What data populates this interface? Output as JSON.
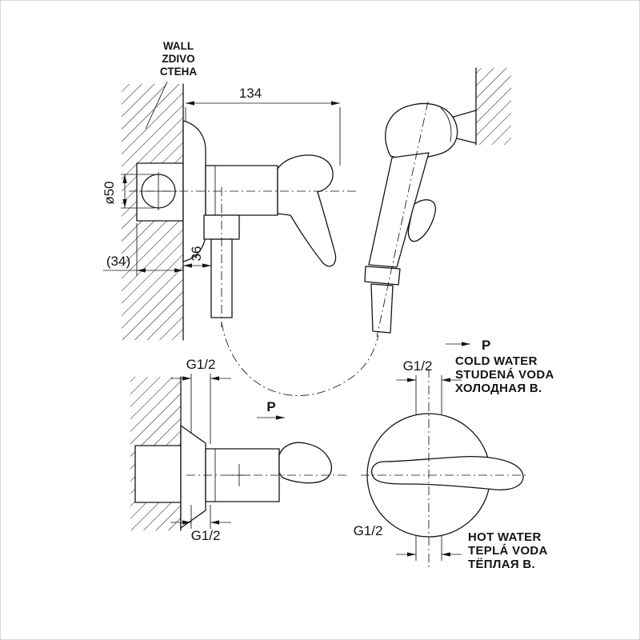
{
  "meta": {
    "type": "technical-drawing",
    "subject": "wall-mounted bidet shower mixer installation diagram"
  },
  "wall_label": {
    "line1": "WALL",
    "line2": "ZDIVO",
    "line3": "СТЕНА"
  },
  "dims": {
    "d134": "134",
    "d50": "ø50",
    "d34": "(34)",
    "d36": "36"
  },
  "threads": {
    "side_top": "G1/2",
    "side_bottom": "G1/2",
    "cold": "G1/2",
    "hot": "G1/2"
  },
  "p": {
    "side": "P",
    "front": "P"
  },
  "cold": {
    "line1": "COLD WATER",
    "line2": "STUDENÁ VODA",
    "line3": "ХОЛОДНАЯ В."
  },
  "hot": {
    "line1": "HOT WATER",
    "line2": "TEPLÁ VODA",
    "line3": "ТЁПЛАЯ В."
  }
}
